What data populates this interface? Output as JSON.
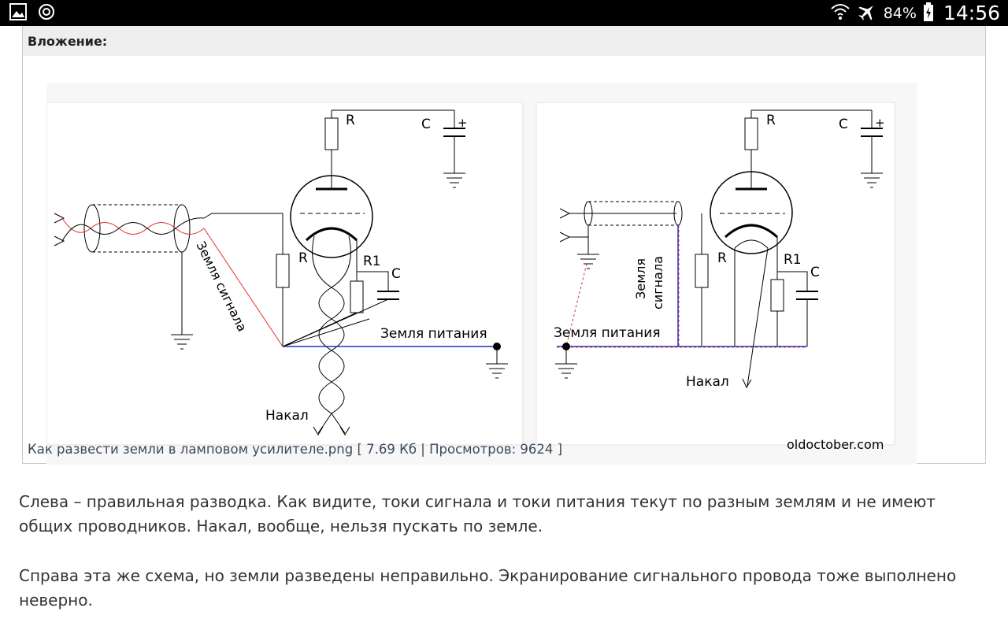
{
  "status_bar": {
    "battery": "84%",
    "time": "14:56"
  },
  "attachment": {
    "title": "Вложение:",
    "caption": {
      "filename": "Как развести земли в ламповом усилителе.png",
      "open": "[",
      "size": "7.69 Кб",
      "sep1": "|",
      "views": "Просмотров: 9624",
      "close": "]"
    },
    "diagram": {
      "left": {
        "r_anode": "R",
        "c_anode": "C",
        "plus": "+",
        "signal_ground": "Земля сигнала",
        "r_grid": "R",
        "r1": "R1",
        "c_cathode": "C",
        "power_ground": "Земля питания",
        "heater": "Накал"
      },
      "right": {
        "r_anode": "R",
        "c_anode": "C",
        "plus": "+",
        "signal_ground_1": "Земля",
        "signal_ground_2": "сигнала",
        "r_grid": "R",
        "r1": "R1",
        "c_cathode": "C",
        "power_ground": "Земля питания",
        "heater": "Накал",
        "watermark": "oldoctober.com"
      }
    }
  },
  "paragraphs": [
    "Слева – правильная разводка. Как видите, токи сигнала и токи питания текут по разным землям и не имеют общих проводников. Накал, вообще, нельзя пускать по земле.",
    "Справа эта же схема, но земли разведены неправильно. Экранирование сигнального провода тоже выполнено неверно."
  ]
}
